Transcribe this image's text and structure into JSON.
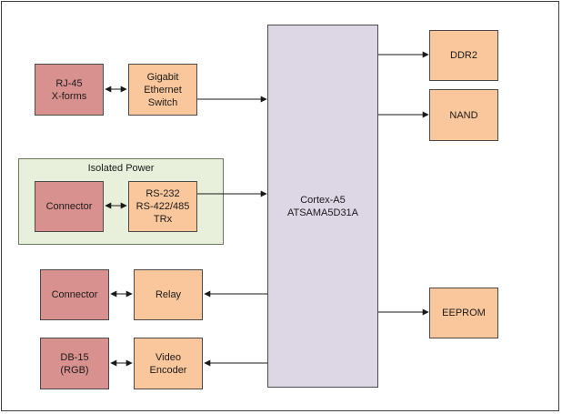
{
  "diagram": {
    "nodes": {
      "rj45": "RJ-45\nX-forms",
      "gbe_switch": "Gigabit\nEthernet\nSwitch",
      "group_isolated_power": "Isolated Power",
      "connector_serial": "Connector",
      "rs_trx": "RS-232\nRS-422/485\nTRx",
      "connector_relay": "Connector",
      "relay": "Relay",
      "db15": "DB-15\n(RGB)",
      "video_encoder": "Video\nEncoder",
      "cpu": "Cortex-A5\nATSAMA5D31A",
      "ddr2": "DDR2",
      "nand": "NAND",
      "eeprom": "EEPROM"
    },
    "colors": {
      "connector_fill": "#d9918f",
      "peripheral_fill": "#f9c79b",
      "cpu_fill": "#ddd6e5",
      "group_fill": "#e8f0dc"
    },
    "edges": [
      {
        "from": "rj45",
        "to": "gbe_switch",
        "arrows": "both"
      },
      {
        "from": "gbe_switch",
        "to": "cpu",
        "arrows": "end"
      },
      {
        "from": "connector_serial",
        "to": "rs_trx",
        "arrows": "both"
      },
      {
        "from": "rs_trx",
        "to": "cpu",
        "arrows": "end"
      },
      {
        "from": "cpu",
        "to": "relay",
        "arrows": "end"
      },
      {
        "from": "connector_relay",
        "to": "relay",
        "arrows": "both"
      },
      {
        "from": "cpu",
        "to": "video_encoder",
        "arrows": "end"
      },
      {
        "from": "db15",
        "to": "video_encoder",
        "arrows": "both"
      },
      {
        "from": "cpu",
        "to": "ddr2",
        "arrows": "end"
      },
      {
        "from": "cpu",
        "to": "nand",
        "arrows": "end"
      },
      {
        "from": "cpu",
        "to": "eeprom",
        "arrows": "end"
      }
    ]
  }
}
